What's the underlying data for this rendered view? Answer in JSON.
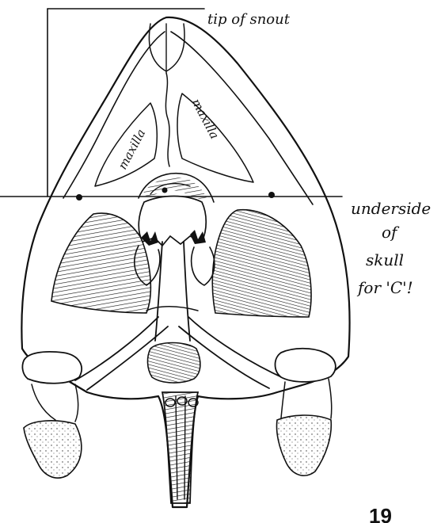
{
  "annotations": {
    "snout_label": "tip of snout",
    "underside_line1": "underside",
    "underside_line2": "of",
    "underside_line3": "skull",
    "underside_line4": "for 'C'!"
  },
  "bones": {
    "maxilla_left": "maxilla",
    "maxilla_right": "maxilla"
  },
  "page_number": "19",
  "colors": {
    "ink": "#111111",
    "paper": "#ffffff"
  }
}
